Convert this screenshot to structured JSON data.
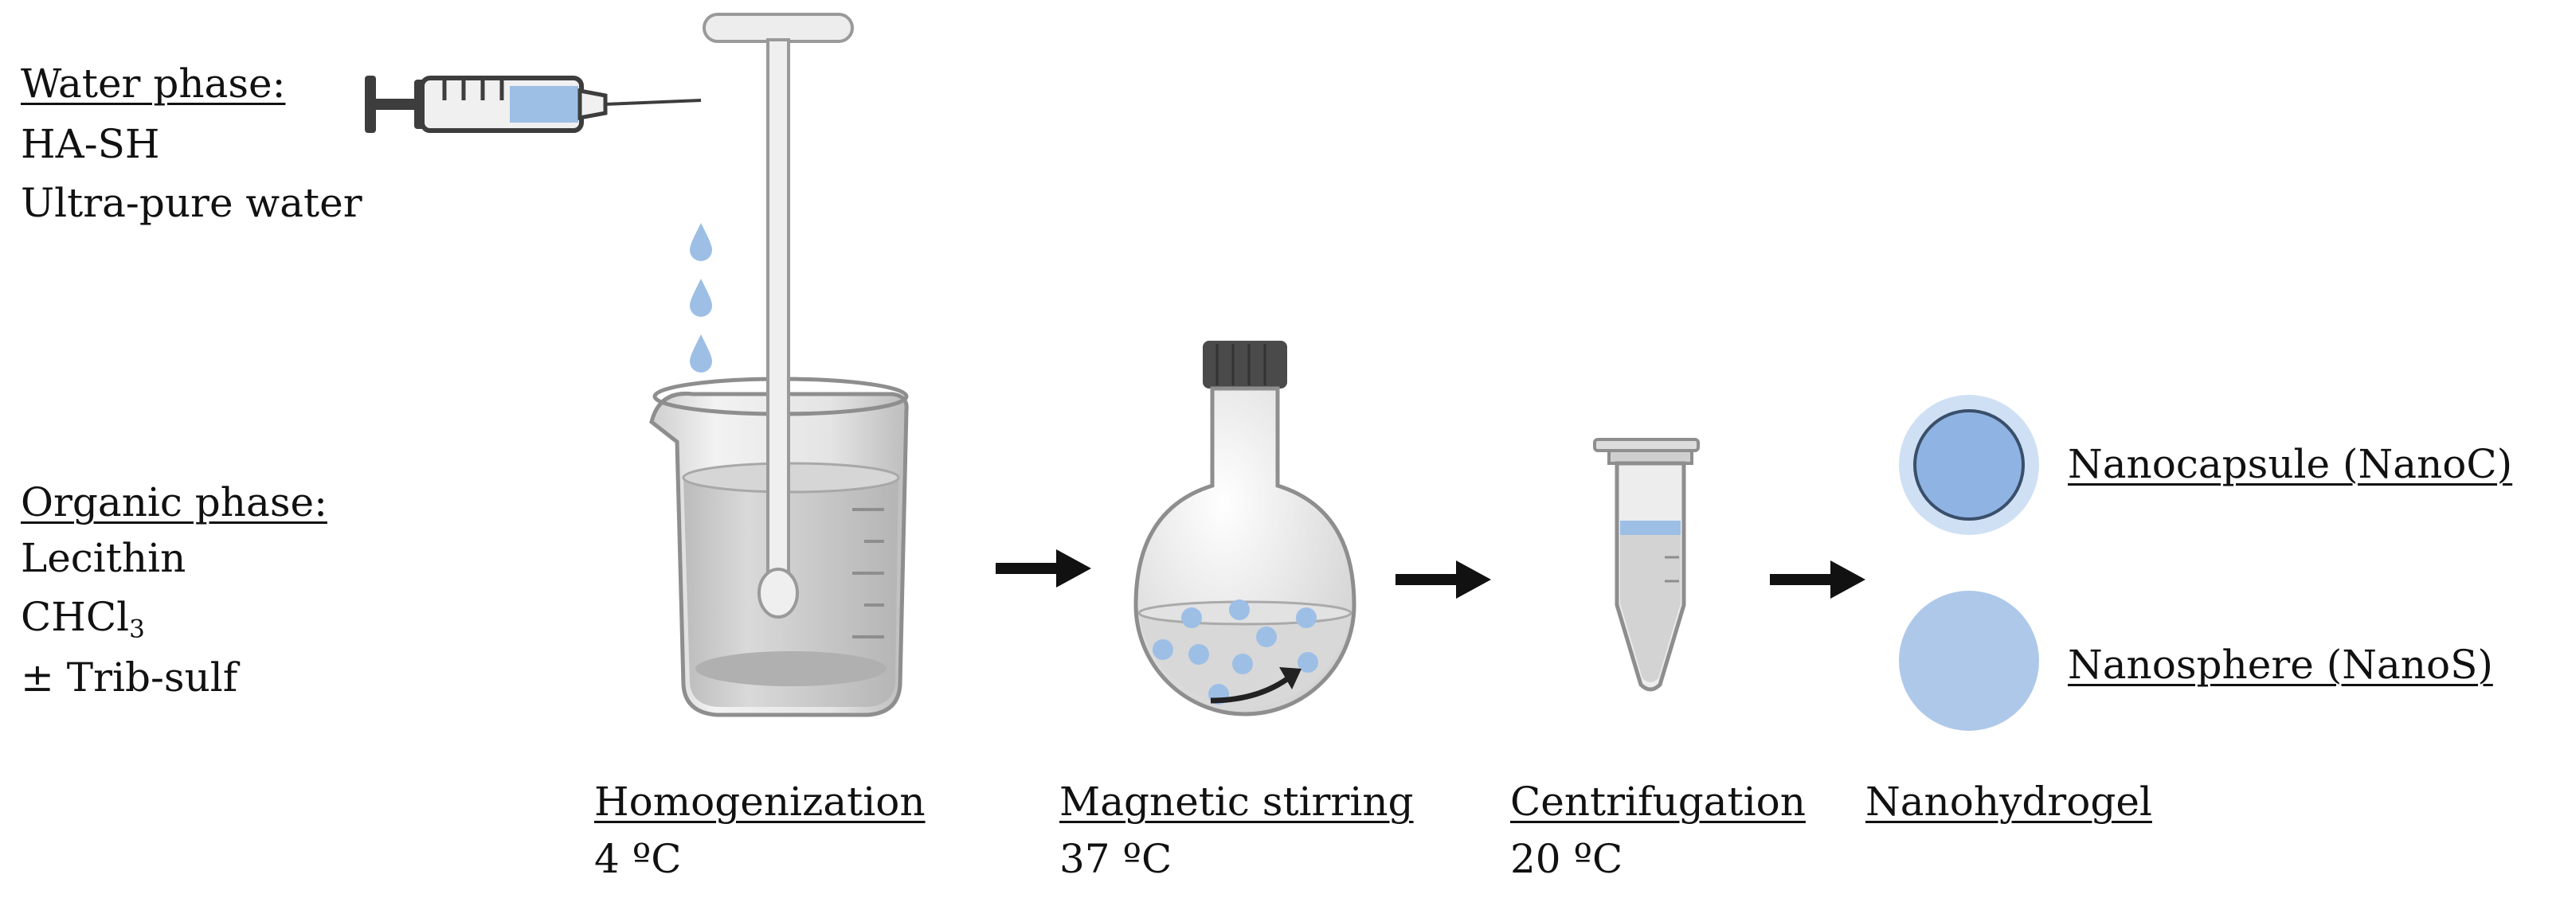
{
  "water_phase": {
    "heading": "Water phase:",
    "items": [
      "HA-SH",
      "Ultra-pure water"
    ]
  },
  "organic_phase": {
    "heading": "Organic phase:",
    "items": [
      {
        "main": "Lecithin",
        "sub": ""
      },
      {
        "main": "CHCl",
        "sub": "3"
      },
      {
        "main": "± Trib-sulf",
        "sub": ""
      }
    ]
  },
  "steps": [
    {
      "label": "Homogenization",
      "temp": "4 ºC"
    },
    {
      "label": "Magnetic stirring",
      "temp": "37 ºC"
    },
    {
      "label": "Centrifugation",
      "temp": "20 ºC"
    },
    {
      "label": "Nanohydrogel",
      "temp": ""
    }
  ],
  "products": [
    {
      "label": "Nanocapsule (NanoC)"
    },
    {
      "label": "Nanosphere (NanoS)"
    }
  ],
  "colors": {
    "liquid_blue": "#9dbfe6",
    "capsule_core": "#8fb4e3",
    "capsule_shell": "#cfe0f4",
    "sphere": "#aec8ea",
    "glass": "#e6e6e6",
    "cap": "#4a4a4a",
    "arrow": "#111111"
  }
}
